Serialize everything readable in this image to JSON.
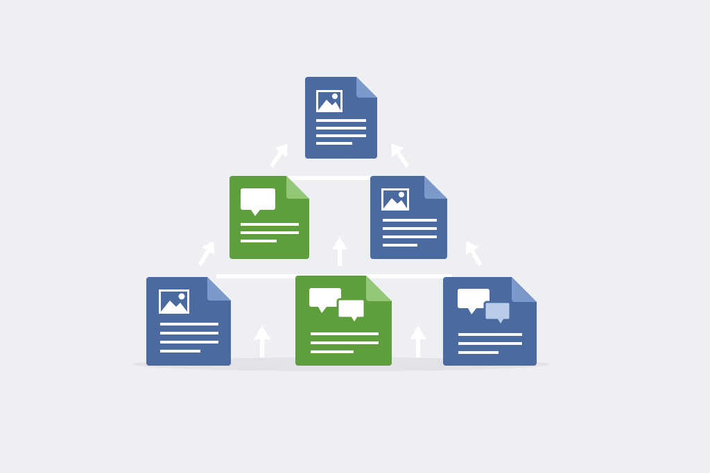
{
  "colors": {
    "background": "#eeeff2",
    "blue_doc": "#4a6aa0",
    "blue_fold": "#7b9acb",
    "green_doc": "#5f9e3d",
    "green_fold": "#92c875",
    "line_white": "#ffffff",
    "shadow": "#d9dadf"
  },
  "documents": [
    {
      "id": "doc-top",
      "kind": "image-document",
      "color": "blue",
      "level": 3
    },
    {
      "id": "doc-mid-left",
      "kind": "comment-document",
      "color": "green",
      "level": 2
    },
    {
      "id": "doc-mid-right",
      "kind": "image-document",
      "color": "blue",
      "level": 2
    },
    {
      "id": "doc-bottom-left",
      "kind": "image-document",
      "color": "blue",
      "level": 1
    },
    {
      "id": "doc-bottom-center",
      "kind": "multi-comment-document",
      "color": "green",
      "level": 1
    },
    {
      "id": "doc-bottom-right",
      "kind": "multi-comment-document",
      "color": "blue",
      "level": 1
    }
  ],
  "arrows": [
    {
      "id": "arrow-to-top-left",
      "direction": "up-right"
    },
    {
      "id": "arrow-to-top-right",
      "direction": "up-left"
    },
    {
      "id": "arrow-mid-left",
      "direction": "up-right"
    },
    {
      "id": "arrow-mid-center",
      "direction": "up"
    },
    {
      "id": "arrow-mid-right",
      "direction": "up-left"
    },
    {
      "id": "arrow-bottom-left",
      "direction": "up"
    },
    {
      "id": "arrow-bottom-right",
      "direction": "up"
    }
  ]
}
